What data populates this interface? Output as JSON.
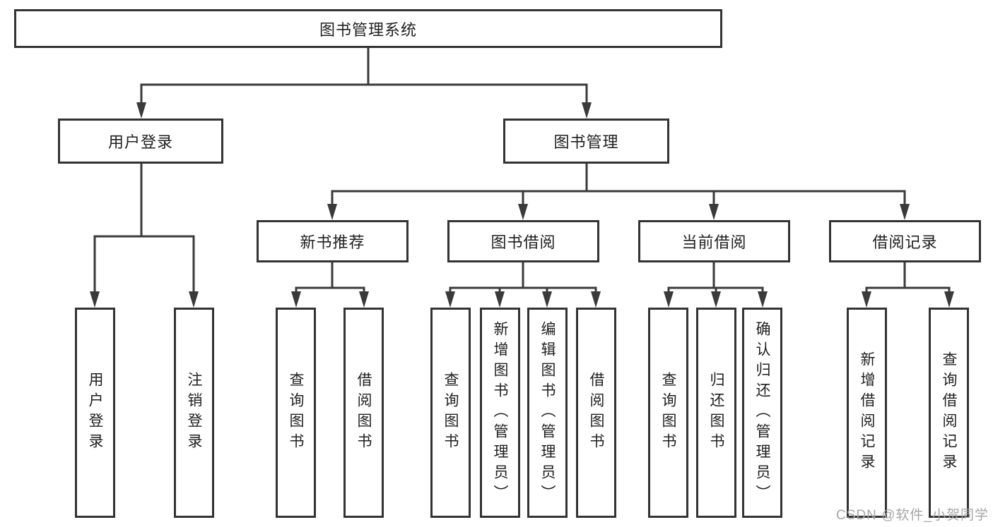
{
  "colors": {
    "line": "#3a3a3a",
    "box-border": "#333333",
    "text": "#1f1f1f",
    "watermark": "#a6a6a6",
    "background": "#ffffff"
  },
  "nodes": {
    "root": "图书管理系统",
    "level2": [
      "用户登录",
      "图书管理"
    ],
    "level3": [
      "新书推荐",
      "图书借阅",
      "当前借阅",
      "借阅记录"
    ],
    "leaves": [
      "用户登录",
      "注销登录",
      "查询图书",
      "借阅图书",
      "查询图书",
      "新增图书（管理员）",
      "编辑图书（管理员）",
      "借阅图书",
      "查询图书",
      "归还图书",
      "确认归还（管理员）",
      "新增借阅记录",
      "查询借阅记录"
    ]
  },
  "watermark": "CSDN @软件_小贺同学"
}
